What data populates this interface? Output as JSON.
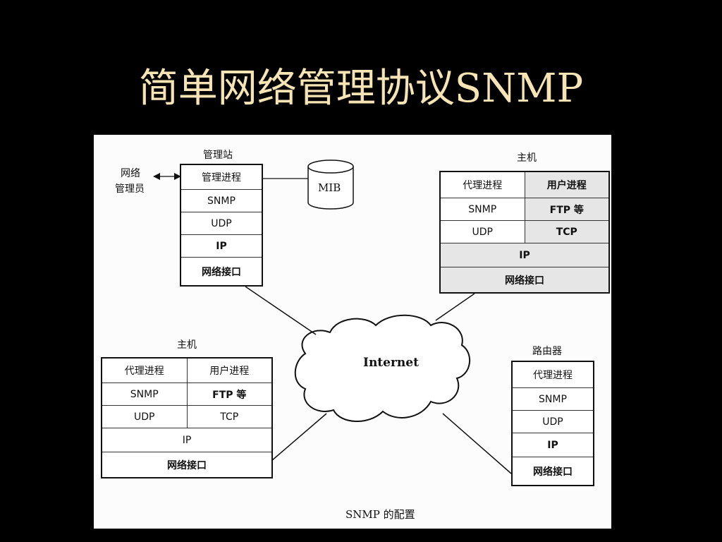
{
  "title": "简单网络管理协议SNMP",
  "title_color": "#f7e4b4",
  "figure": {
    "caption": "SNMP 的配置",
    "network_admin_line1": "网络",
    "network_admin_line2": "管理员",
    "mib": "MIB",
    "internet": "Internet",
    "manager": {
      "title": "管理站",
      "rows": [
        "管理进程",
        "SNMP",
        "UDP",
        "IP",
        "网络接口"
      ]
    },
    "host_right": {
      "title": "主机",
      "row1": [
        "代理进程",
        "用户进程"
      ],
      "row2": [
        "SNMP",
        "FTP 等"
      ],
      "row3": [
        "UDP",
        "TCP"
      ],
      "row4": "IP",
      "row5": "网络接口"
    },
    "host_left": {
      "title": "主机",
      "row1": [
        "代理进程",
        "用户进程"
      ],
      "row2": [
        "SNMP",
        "FTP 等"
      ],
      "row3": [
        "UDP",
        "TCP"
      ],
      "row4": "IP",
      "row5": "网络接口"
    },
    "router": {
      "title": "路由器",
      "rows": [
        "代理进程",
        "SNMP",
        "UDP",
        "IP",
        "网络接口"
      ]
    }
  }
}
